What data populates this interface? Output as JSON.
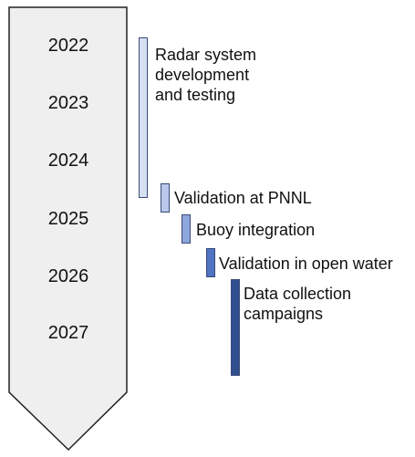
{
  "timeline": {
    "years": [
      "2022",
      "2023",
      "2024",
      "2025",
      "2026",
      "2027"
    ]
  },
  "milestones": [
    {
      "label": "Radar system\ndevelopment\nand testing",
      "color": "#d6e0f3"
    },
    {
      "label": "Validation at PNNL",
      "color": "#b9c8eb"
    },
    {
      "label": "Buoy integration",
      "color": "#8ea7dc"
    },
    {
      "label": "Validation in open water",
      "color": "#4f74c4"
    },
    {
      "label": "Data collection\ncampaigns",
      "color": "#2f4f8f"
    }
  ],
  "colors": {
    "arrow_fill": "#efefef",
    "arrow_stroke": "#222222",
    "bar_border": "#3b4a78"
  }
}
